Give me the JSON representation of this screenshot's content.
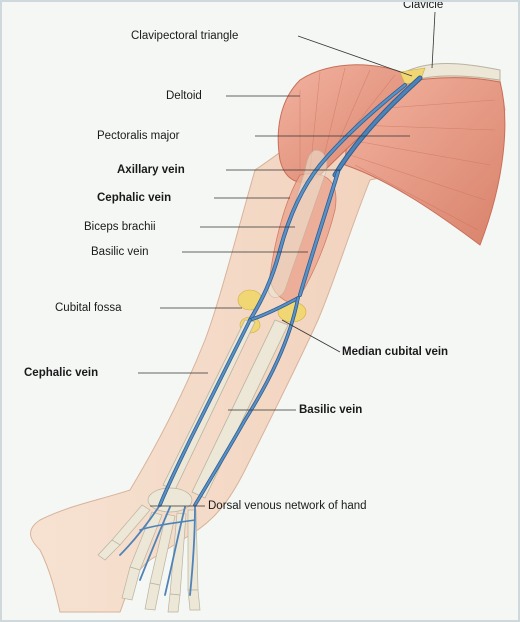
{
  "labels": {
    "clavicle": "Clavicle",
    "clavipectoral_triangle": "Clavipectoral triangle",
    "deltoid": "Deltoid",
    "pectoralis_major": "Pectoralis major",
    "axillary_vein": "Axillary vein",
    "cephalic_vein_upper": "Cephalic vein",
    "biceps_brachii": "Biceps brachii",
    "basilic_vein_upper": "Basilic vein",
    "cubital_fossa": "Cubital fossa",
    "median_cubital_vein": "Median cubital vein",
    "cephalic_vein_lower": "Cephalic vein",
    "basilic_vein_lower": "Basilic vein",
    "dorsal_venous_network": "Dorsal venous network of hand"
  },
  "colors": {
    "muscle": "#e9a08a",
    "muscle_dark": "#c96f58",
    "skin": "#f3d7c3",
    "bone": "#ece7d6",
    "vein": "#4f83b8",
    "vein_dark": "#2d5f92",
    "fat": "#f0d774"
  }
}
